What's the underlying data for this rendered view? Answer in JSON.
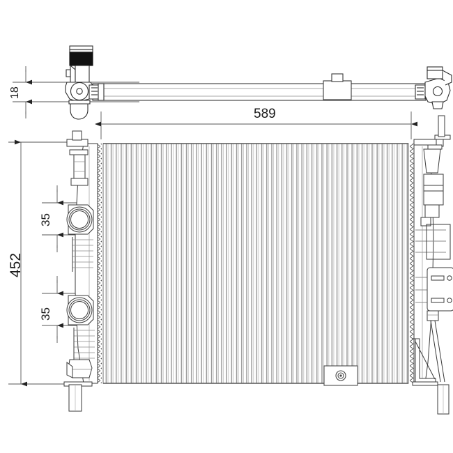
{
  "drawing": {
    "type": "technical-line-drawing",
    "subject": "automotive radiator assembly",
    "view": "front elevation with top bar detail",
    "background_color": "#ffffff",
    "line_color": "#3a3a3a",
    "fin_color": "#8e8e8e",
    "dimension_color": "#555555",
    "text_color": "#1a1a1a"
  },
  "dimensions": {
    "top_thickness": "18",
    "core_width": "589",
    "overall_height": "452",
    "port_upper_offset": "35",
    "port_lower_offset": "35"
  },
  "labels": {
    "dim_18": "18",
    "dim_589": "589",
    "dim_452": "452",
    "dim_35_upper": "35",
    "dim_35_lower": "35"
  },
  "components": [
    {
      "name": "filler-neck-cap",
      "position": "top-left"
    },
    {
      "name": "top-cross-bar",
      "position": "top"
    },
    {
      "name": "mid-bar-bracket",
      "position": "top-center-right"
    },
    {
      "name": "right-hinge-fitting",
      "position": "top-right"
    },
    {
      "name": "left-tank",
      "position": "left"
    },
    {
      "name": "right-tank",
      "position": "right"
    },
    {
      "name": "radiator-core-fins",
      "position": "center"
    },
    {
      "name": "upper-inlet-port",
      "position": "left-upper"
    },
    {
      "name": "lower-outlet-port",
      "position": "left-lower"
    },
    {
      "name": "drain-plug",
      "position": "bottom-center"
    },
    {
      "name": "mounting-bracket",
      "position": "right-lower"
    },
    {
      "name": "lower-mounting-pin-left",
      "position": "bottom-left"
    },
    {
      "name": "lower-mounting-pin-right",
      "position": "bottom-right"
    }
  ]
}
